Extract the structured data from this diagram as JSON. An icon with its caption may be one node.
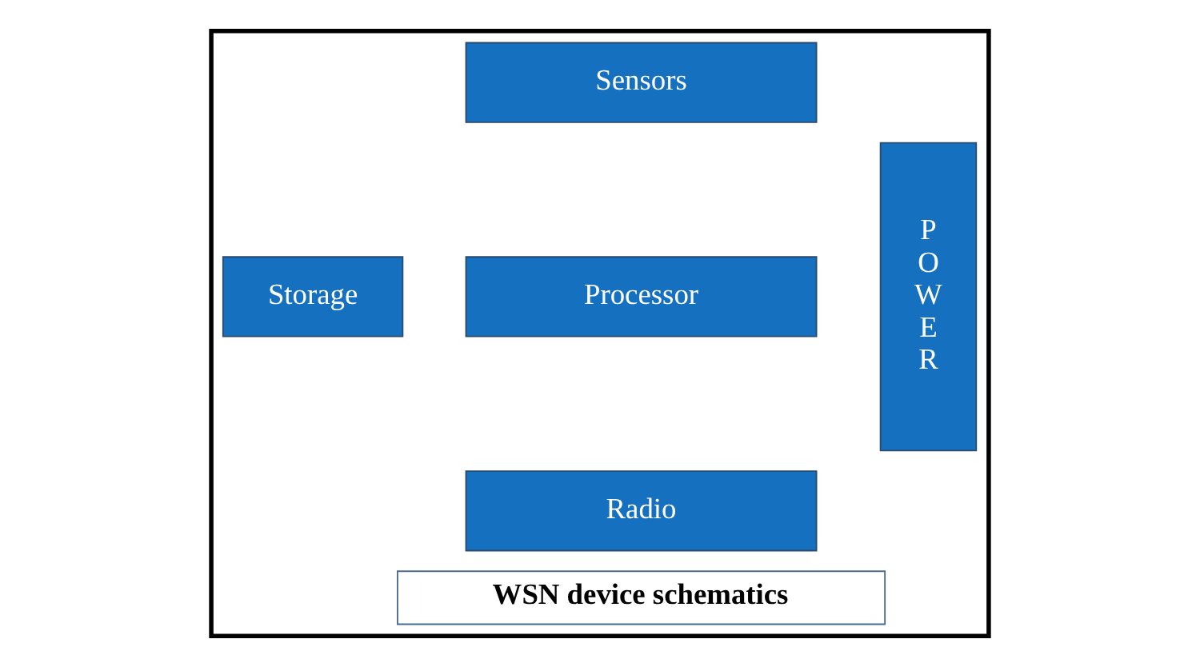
{
  "diagram": {
    "nodes": [
      {
        "text": [],
        "shape": "box"
      },
      {
        "text": [
          "Sensors"
        ],
        "in": 0
      },
      {
        "text": [
          "POWER"
        ],
        "in": 0
      },
      {
        "text": [
          "Storage"
        ],
        "in": 0
      },
      {
        "text": [
          "Processor"
        ],
        "in": 0
      },
      {
        "text": [
          "Radio"
        ],
        "in": 0
      },
      {
        "text": [
          "WSN device schematics"
        ],
        "in": 0
      }
    ],
    "edges": []
  }
}
